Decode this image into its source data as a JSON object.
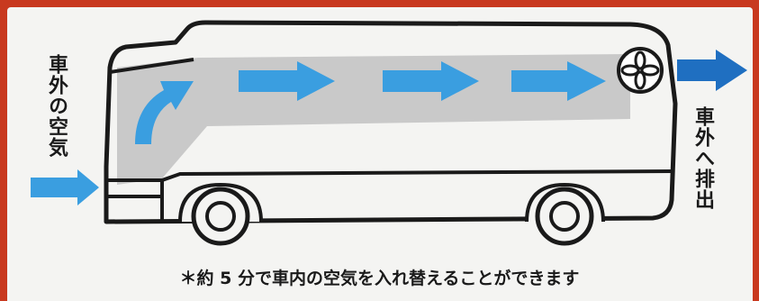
{
  "labels": {
    "outside_air": "車外の空気",
    "exhaust": "車外へ排出"
  },
  "caption": "＊約 5 分で車内の空気を入れ替えることができます",
  "colors": {
    "frame": "#c8391f",
    "arrow": "#3a9ee0",
    "exhaust_arrow": "#1f6fc1",
    "airflow": "#c9c9c9",
    "outline": "#1a1a1a"
  },
  "icons": [
    "exhaust-fan-icon",
    "wheel-icon"
  ]
}
